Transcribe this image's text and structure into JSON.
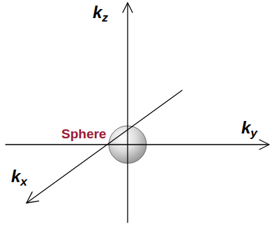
{
  "diagram": {
    "labels": [
      "kz",
      "Sphere",
      "ky",
      "kx"
    ]
  }
}
